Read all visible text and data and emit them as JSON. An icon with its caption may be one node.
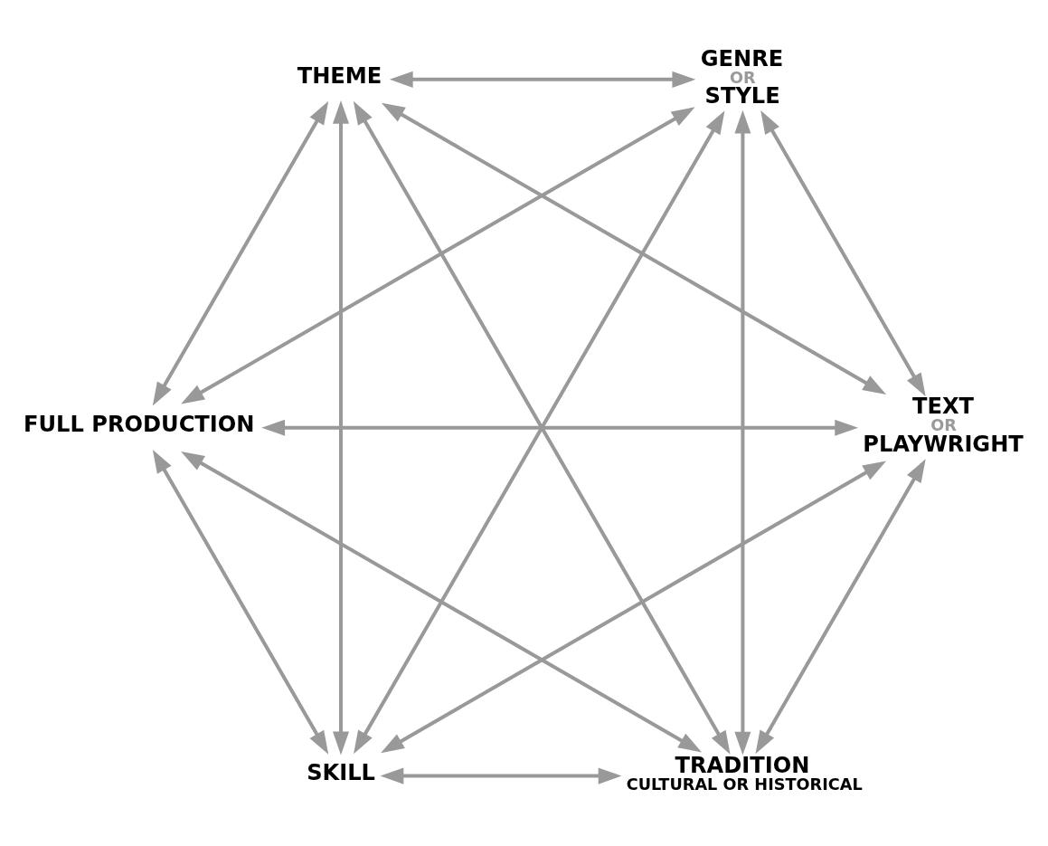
{
  "diagram": {
    "nodes": [
      {
        "text": [
          "TRADITION",
          "CULTURAL OR HISTORICAL"
        ]
      },
      {
        "text": [
          "TEXT",
          "OR",
          "PLAYWRIGHT"
        ]
      },
      {
        "text": [
          "FULL PRODUCTION"
        ]
      },
      {
        "text": [
          "THEME"
        ]
      },
      {
        "text": [
          "GENRE",
          "OR",
          "STYLE"
        ]
      },
      {
        "text": [
          "SKILL"
        ]
      }
    ],
    "edges": [
      {
        "from": 0,
        "to": 1,
        "arrow": "both"
      },
      {
        "from": 0,
        "to": 2,
        "arrow": "both"
      },
      {
        "from": 0,
        "to": 3,
        "arrow": "both"
      },
      {
        "from": 0,
        "to": 4,
        "arrow": "both"
      },
      {
        "from": 0,
        "to": 5,
        "arrow": "both"
      },
      {
        "from": 1,
        "to": 2,
        "arrow": "both"
      },
      {
        "from": 1,
        "to": 3,
        "arrow": "both"
      },
      {
        "from": 1,
        "to": 4,
        "arrow": "both"
      },
      {
        "from": 1,
        "to": 5,
        "arrow": "both"
      },
      {
        "from": 2,
        "to": 3,
        "arrow": "both"
      },
      {
        "from": 2,
        "to": 4,
        "arrow": "both"
      },
      {
        "from": 2,
        "to": 5,
        "arrow": "both"
      },
      {
        "from": 3,
        "to": 4,
        "arrow": "both"
      },
      {
        "from": 3,
        "to": 5,
        "arrow": "both"
      },
      {
        "from": 4,
        "to": 5,
        "arrow": "both"
      }
    ]
  }
}
